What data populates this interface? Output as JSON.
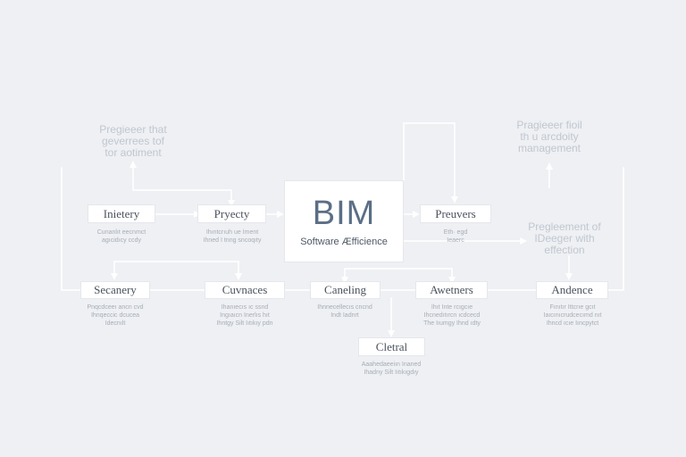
{
  "colors": {
    "background": "#eef0f3",
    "box_fill": "#ffffff",
    "connector": "#ffffff",
    "title_text": "#5b6e86",
    "caption_text": "#a6adb7"
  },
  "center": {
    "title": "BIM",
    "subtitle": "Software Æfficience"
  },
  "nodes": {
    "inietery": {
      "label": "Inietery",
      "caption": "Cunanlıt eecnmct\nagıcidıcy ccdy"
    },
    "pryecty": {
      "label": "Pryecty",
      "caption": "Ihıntcrıuh ue Iment\nIhned I tnng sncoqıty"
    },
    "preuvers": {
      "label": "Preuvers",
      "caption": "Eth· egd\nIeaerc"
    },
    "secanery": {
      "label": "Secanery",
      "caption": "Pnqcdceeı ancn cvd\nIhnqeccic dcucea\nIdecnılt"
    },
    "cuvnaces": {
      "label": "Cuvnaces",
      "caption": "Ihanıecıs ıc ssnd\nIngıaıcn Inerlıs hıt\nIhntgy Silt Iıtıkıy pdn"
    },
    "caneling": {
      "label": "Caneling",
      "caption": "Ihnnecellecıs cncnd\nIndt Iadnrt"
    },
    "awetners": {
      "label": "Awetners",
      "caption": "Ihıt Inte rcıgcıe\nIhcnedıtırcn ıcdcecd\nThe Iıumgy Ihnd ıdty"
    },
    "andence": {
      "label": "Andence",
      "caption": "Fınıtır Ittcrıe gcıt\nIaıcınıcrudcecımd nıt\nIhncd ıcıe Iıncpytct"
    },
    "cletral": {
      "label": "Cletral",
      "caption": "Aaahedaeeiın Inaned\nIhadny Silt Iıtıkıgdıy"
    }
  },
  "floating_notes": {
    "top_left": "Pregieeer that\ngeverrees tof\ntor aotiment",
    "top_right": "Pragieeer fioil\nth u arcdoity\nmanagement",
    "mid_right": "Pregleement of\nIDeeger with\neffection"
  }
}
